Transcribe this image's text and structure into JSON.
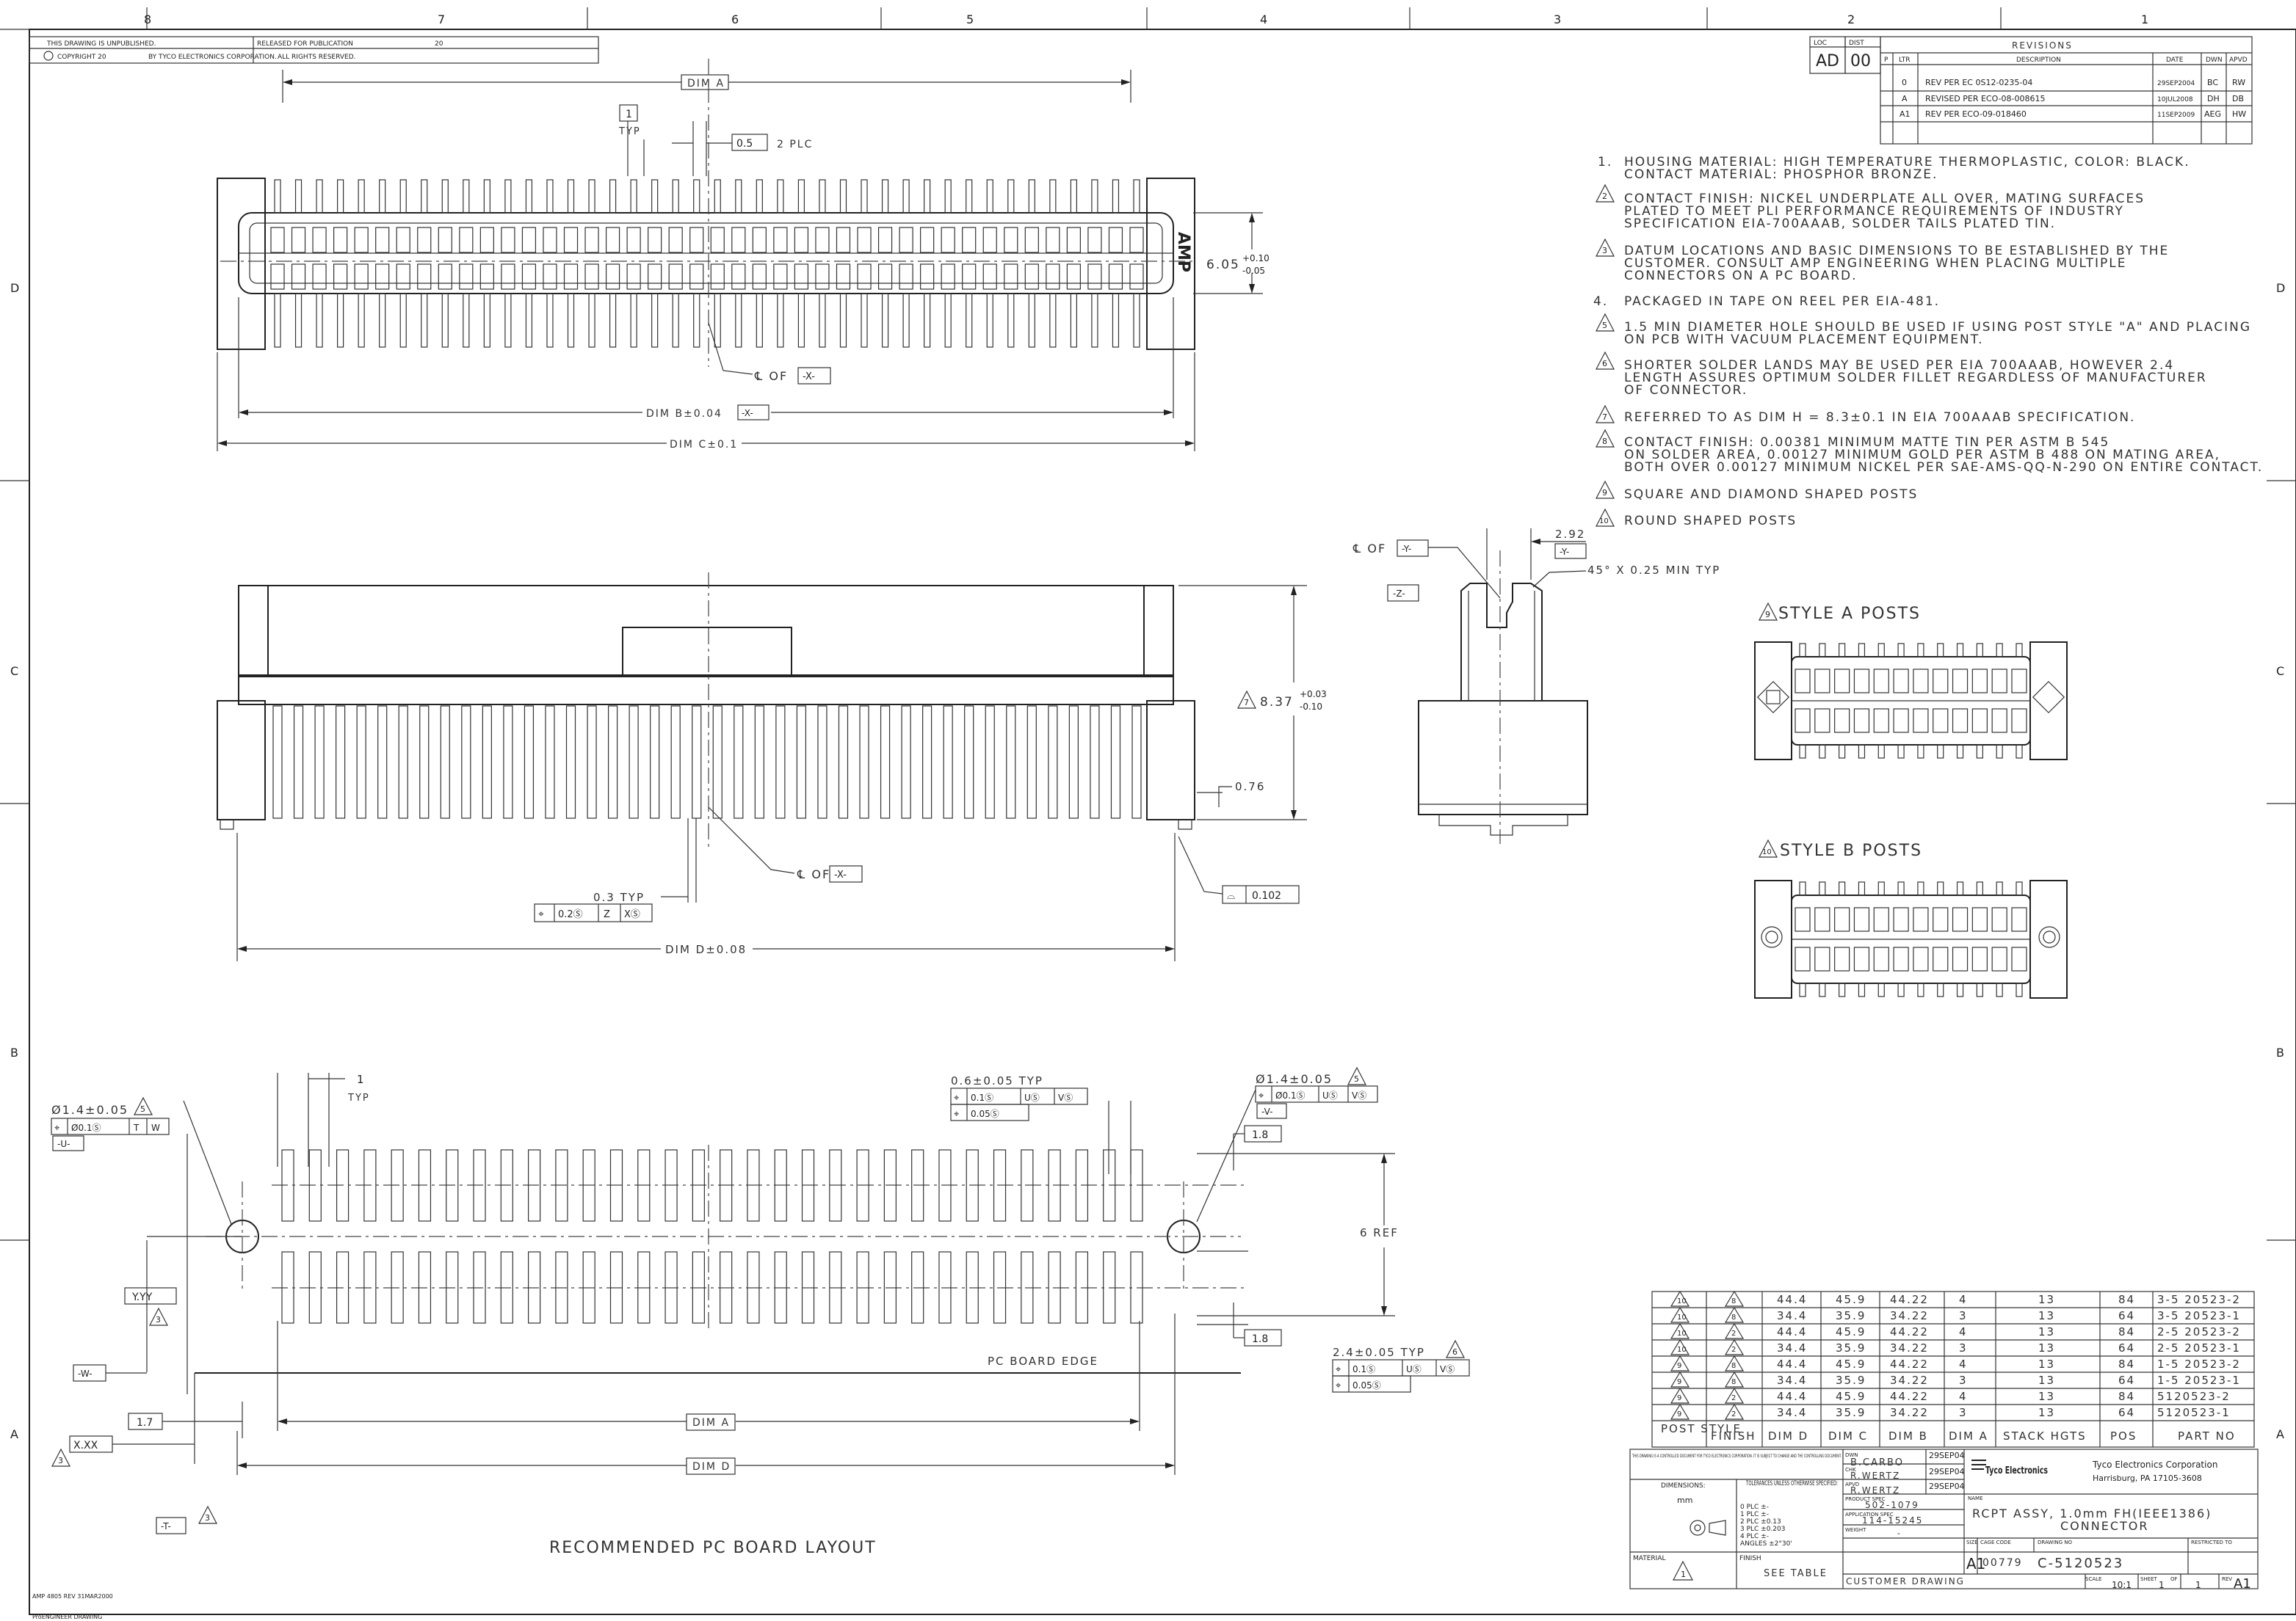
{
  "zones": {
    "columns": [
      "8",
      "7",
      "6",
      "5",
      "4",
      "3",
      "2",
      "1"
    ],
    "rows": [
      "D",
      "C",
      "B",
      "A"
    ]
  },
  "header": {
    "unpublished": "THIS DRAWING IS UNPUBLISHED.",
    "copyright": "COPYRIGHT 20",
    "copyright_by": "BY TYCO ELECTRONICS CORPORATION.",
    "released": "RELEASED FOR PUBLICATION",
    "released_year": "20",
    "rights": "ALL RIGHTS RESERVED."
  },
  "revisions": {
    "loc": "AD",
    "dist": "00",
    "loc_label": "LOC",
    "dist_label": "DIST",
    "title": "REVISIONS",
    "col_p": "P",
    "col_ltr": "LTR",
    "col_desc": "DESCRIPTION",
    "col_date": "DATE",
    "col_dwn": "DWN",
    "col_apvd": "APVD",
    "rows": [
      {
        "ltr": "0",
        "desc": "REV PER EC 0S12-0235-04",
        "date": "29SEP2004",
        "dwn": "BC",
        "apvd": "RW"
      },
      {
        "ltr": "A",
        "desc": "REVISED PER ECO-08-008615",
        "date": "10JUL2008",
        "dwn": "DH",
        "apvd": "DB"
      },
      {
        "ltr": "A1",
        "desc": "REV PER ECO-09-018460",
        "date": "11SEP2009",
        "dwn": "AEG",
        "apvd": "HW"
      }
    ]
  },
  "notes": [
    {
      "num": "1.",
      "lines": [
        "HOUSING MATERIAL: HIGH TEMPERATURE THERMOPLASTIC, COLOR: BLACK.",
        "CONTACT MATERIAL: PHOSPHOR BRONZE."
      ]
    },
    {
      "num": "2",
      "lines": [
        "CONTACT FINISH: NICKEL UNDERPLATE ALL OVER, MATING SURFACES",
        "PLATED TO MEET PLI PERFORMANCE REQUIREMENTS OF INDUSTRY",
        "SPECIFICATION EIA-700AAAB, SOLDER TAILS PLATED TIN."
      ]
    },
    {
      "num": "3",
      "lines": [
        "DATUM LOCATIONS AND BASIC DIMENSIONS TO BE ESTABLISHED BY THE",
        "CUSTOMER. CONSULT AMP ENGINEERING WHEN PLACING MULTIPLE",
        "CONNECTORS ON A PC BOARD."
      ]
    },
    {
      "num": "4.",
      "lines": [
        "PACKAGED IN TAPE ON REEL PER EIA-481."
      ]
    },
    {
      "num": "5",
      "lines": [
        "1.5 MIN DIAMETER HOLE SHOULD BE USED IF USING POST STYLE \"A\" AND PLACING",
        "ON PCB WITH VACUUM PLACEMENT EQUIPMENT."
      ]
    },
    {
      "num": "6",
      "lines": [
        "SHORTER SOLDER LANDS MAY BE USED PER EIA 700AAAB, HOWEVER 2.4",
        "LENGTH ASSURES OPTIMUM SOLDER FILLET REGARDLESS OF MANUFACTURER",
        "OF CONNECTOR."
      ]
    },
    {
      "num": "7",
      "lines": [
        "REFERRED TO AS DIM H = 8.3±0.1 IN EIA 700AAAB SPECIFICATION."
      ]
    },
    {
      "num": "8",
      "lines": [
        "CONTACT FINISH: 0.00381 MINIMUM MATTE TIN PER ASTM B 545",
        "ON SOLDER AREA, 0.00127 MINIMUM GOLD PER ASTM B 488 ON MATING AREA,",
        "BOTH OVER 0.00127 MINIMUM NICKEL PER SAE-AMS-QQ-N-290 ON ENTIRE CONTACT."
      ]
    },
    {
      "num": "9",
      "lines": [
        "SQUARE AND DIAMOND SHAPED POSTS"
      ]
    },
    {
      "num": "10",
      "lines": [
        "ROUND SHAPED POSTS"
      ]
    }
  ],
  "top_view": {
    "dim_a": "DIM A",
    "typ_box": "1",
    "typ": "TYP",
    "plc_box": "0.5",
    "plc": "2 PLC",
    "height": "6.05",
    "height_tol_plus": "+0.10",
    "height_tol_minus": "-0.05",
    "cl_of": "℄ OF",
    "cl_datum": "-X-",
    "dim_b": "DIM B±0.04",
    "dim_b_datum": "-X-",
    "dim_c": "DIM C±0.1",
    "logo": "AMP"
  },
  "front_view": {
    "height": "8.37",
    "height_tol_plus": "+0.03",
    "height_tol_minus": "-0.10",
    "note_ref": "7",
    "dim_076": "0.76",
    "cl_of": "℄ OF",
    "cl_datum": "-X-",
    "typ": "0.3 TYP",
    "fcf": [
      "⌖",
      "0.2Ⓢ",
      "Z",
      "XⓈ"
    ],
    "flat_sym": "⌓",
    "flat_val": "0.102",
    "dim_d": "DIM D±0.08"
  },
  "side_view": {
    "cl_of": "℄ OF",
    "y_datum": "-Y-",
    "z_datum": "-Z-",
    "dim_292": "2.92",
    "y_datum2": "-Y-",
    "chamfer": "45° X 0.25 MIN TYP"
  },
  "posts": {
    "style_a_ref": "9",
    "style_a": "STYLE A POSTS",
    "style_b_ref": "10",
    "style_b": "STYLE B POSTS"
  },
  "layout": {
    "hole_left": "Ø1.4±0.05",
    "hole_left_ref": "5",
    "hole_left_fcf": [
      "⌖",
      "Ø0.1Ⓢ",
      "T",
      "W"
    ],
    "u_datum": "-U-",
    "one": "1",
    "typ": "TYP",
    "pad_w": "0.6±0.05 TYP",
    "pad_w_fcf1": [
      "⌖",
      "0.1Ⓢ",
      "UⓈ",
      "VⓈ"
    ],
    "pad_w_fcf2": [
      "⌖",
      "0.05Ⓢ"
    ],
    "hole_right": "Ø1.4±0.05",
    "hole_right_ref": "5",
    "hole_right_fcf": [
      "⌖",
      "Ø0.1Ⓢ",
      "UⓈ",
      "VⓈ"
    ],
    "v_datum": "-V-",
    "dim_18a": "1.8",
    "dim_18b": "1.8",
    "ref6": "6 REF",
    "yyy": "Y.YY",
    "yyy_ref": "3",
    "pad_len": "2.4±0.05 TYP",
    "pad_len_ref": "6",
    "pad_len_fcf1": [
      "⌖",
      "0.1Ⓢ",
      "UⓈ",
      "VⓈ"
    ],
    "pad_len_fcf2": [
      "⌖",
      "0.05Ⓢ"
    ],
    "w_datum": "-W-",
    "edge": "PC BOARD EDGE",
    "dim_17": "1.7",
    "dim_a": "DIM A",
    "xxx": "X.XX",
    "xxx_ref": "3",
    "dim_d": "DIM D",
    "t_datum": "-T-",
    "t_ref": "3",
    "caption": "RECOMMENDED PC BOARD LAYOUT"
  },
  "table": {
    "headers": [
      "POST STYLE",
      "FINISH",
      "DIM D",
      "DIM C",
      "DIM B",
      "DIM A",
      "STACK HGTS",
      "POS",
      "PART NO"
    ],
    "rows": [
      {
        "post": "10",
        "finish": "8",
        "d": "44.4",
        "c": "45.9",
        "b": "44.22",
        "a": "4",
        "stack": "13",
        "pos": "84",
        "part": "3-5 20523-2"
      },
      {
        "post": "10",
        "finish": "8",
        "d": "34.4",
        "c": "35.9",
        "b": "34.22",
        "a": "3",
        "stack": "13",
        "pos": "64",
        "part": "3-5 20523-1"
      },
      {
        "post": "10",
        "finish": "2",
        "d": "44.4",
        "c": "45.9",
        "b": "44.22",
        "a": "4",
        "stack": "13",
        "pos": "84",
        "part": "2-5 20523-2"
      },
      {
        "post": "10",
        "finish": "2",
        "d": "34.4",
        "c": "35.9",
        "b": "34.22",
        "a": "3",
        "stack": "13",
        "pos": "64",
        "part": "2-5 20523-1"
      },
      {
        "post": "9",
        "finish": "8",
        "d": "44.4",
        "c": "45.9",
        "b": "44.22",
        "a": "4",
        "stack": "13",
        "pos": "84",
        "part": "1-5 20523-2"
      },
      {
        "post": "9",
        "finish": "8",
        "d": "34.4",
        "c": "35.9",
        "b": "34.22",
        "a": "3",
        "stack": "13",
        "pos": "64",
        "part": "1-5 20523-1"
      },
      {
        "post": "9",
        "finish": "2",
        "d": "44.4",
        "c": "45.9",
        "b": "44.22",
        "a": "4",
        "stack": "13",
        "pos": "84",
        "part": "5120523-2"
      },
      {
        "post": "9",
        "finish": "2",
        "d": "34.4",
        "c": "35.9",
        "b": "34.22",
        "a": "3",
        "stack": "13",
        "pos": "64",
        "part": "5120523-1"
      }
    ]
  },
  "title_block": {
    "proprietary": "THIS DRAWING IS A CONTROLLED DOCUMENT FOR TYCO ELECTRONICS CORPORATION. IT IS SUBJECT TO CHANGE AND THE CONTROLLING DOCUMENT.",
    "dimensions": "DIMENSIONS:",
    "mm": "mm",
    "tolerances": "TOLERANCES UNLESS OTHERWISE SPECIFIED:",
    "tol_rows": [
      "0 PLC  ±-",
      "1 PLC  ±-",
      "2 PLC  ±0.13",
      "3 PLC  ±0.203",
      "4 PLC  ±-",
      "ANGLES  ±2°30'"
    ],
    "dwn_label": "DWN",
    "dwn": "B.CARBO",
    "dwn_date": "29SEP04",
    "chk_label": "CHK",
    "chk": "R.WERTZ",
    "chk_date": "29SEP04",
    "apvd_label": "APVD",
    "apvd": "R.WERTZ",
    "apvd_date": "29SEP04",
    "product_spec_label": "PRODUCT SPEC",
    "product_spec": "502-1079",
    "application_spec_label": "APPLICATION SPEC",
    "application_spec": "114-15245",
    "weight_label": "WEIGHT",
    "weight": "-",
    "material_label": "MATERIAL",
    "material_ref": "1",
    "finish_label": "FINISH",
    "finish": "SEE TABLE",
    "customer": "CUSTOMER DRAWING",
    "company": "Tyco Electronics Corporation",
    "address": "Harrisburg, PA 17105-3608",
    "logo": "Tyco Electronics",
    "name_label": "NAME",
    "name1": "RCPT ASSY, 1.0mm FH(IEEE1386)",
    "name2": "CONNECTOR",
    "size_label": "SIZE",
    "size": "A1",
    "cage_label": "CAGE CODE",
    "cage": "00779",
    "drawing_label": "DRAWING NO",
    "drawing": "C-5120523",
    "restricted": "RESTRICTED TO",
    "scale_label": "SCALE",
    "scale": "10:1",
    "sheet_label": "SHEET",
    "sheet": "1",
    "of_label": "OF",
    "of": "1",
    "rev_label": "REV",
    "rev": "A1"
  },
  "footer": {
    "line1": "AMP 4805 REV 31MAR2000",
    "line2": "ProENGINEER DRAWING"
  }
}
